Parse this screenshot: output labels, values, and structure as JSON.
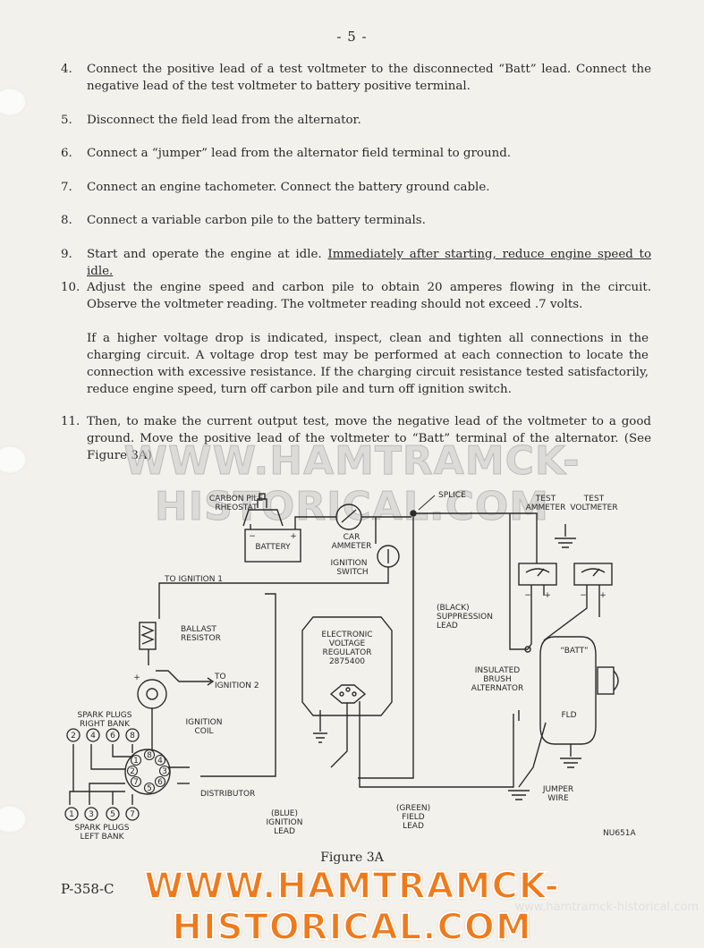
{
  "page_number": "- 5 -",
  "steps": [
    {
      "num": "4.",
      "text": "Connect the positive lead of a test voltmeter to the disconnected “Batt” lead. Connect the negative lead of the test voltmeter to battery positive terminal."
    },
    {
      "num": "5.",
      "text": "Disconnect the field lead from the alternator."
    },
    {
      "num": "6.",
      "text": "Connect a “jumper” lead from the alternator field terminal to ground."
    },
    {
      "num": "7.",
      "text": "Connect an engine tachometer. Connect the battery ground cable."
    },
    {
      "num": "8.",
      "text": "Connect a variable carbon pile to the battery terminals."
    },
    {
      "num": "9.",
      "text_plain": "Start and operate the engine at idle. ",
      "text_underlined": "Immediately after starting, reduce engine speed to idle."
    },
    {
      "num": "10.",
      "text": "Adjust the engine speed and carbon pile to obtain 20 amperes flowing in the circuit. Observe the voltmeter reading. The voltmeter reading should not exceed .7 volts."
    },
    {
      "num": "11.",
      "text": "Then, to make the current output test, move the negative lead of the voltmeter to a good ground. Move the positive lead of the voltmeter to “Batt” terminal of the alternator. (See Figure 3A)"
    }
  ],
  "step10_note": "If a higher voltage drop is indicated, inspect, clean and tighten all connections in the charging circuit. A voltage drop test may be performed at each connection to locate the connection with excessive resistance. If the charging circuit resistance tested satisfactorily, reduce engine speed, turn off carbon pile and turn off ignition switch.",
  "diagram": {
    "carbon_pile_1": "CARBON PILE",
    "carbon_pile_2": "RHEOSTAT",
    "battery": "BATTERY",
    "minus": "−",
    "plus": "+",
    "car_ammeter_1": "CAR",
    "car_ammeter_2": "AMMETER",
    "splice": "SPLICE",
    "test_ammeter_1": "TEST",
    "test_ammeter_2": "AMMETER",
    "test_voltmeter_1": "TEST",
    "test_voltmeter_2": "VOLTMETER",
    "ignition_switch_1": "IGNITION",
    "ignition_switch_2": "SWITCH",
    "to_ignition_1": "TO IGNITION 1",
    "black_1": "(BLACK)",
    "black_2": "SUPPRESSION",
    "black_3": "LEAD",
    "ballast_1": "BALLAST",
    "ballast_2": "RESISTOR",
    "evr_1": "ELECTRONIC",
    "evr_2": "VOLTAGE",
    "evr_3": "REGULATOR",
    "evr_4": "2875400",
    "batt_term": "“BATT”",
    "to_ignition_2_a": "TO",
    "to_ignition_2_b": "IGNITION 2",
    "insulated_1": "INSULATED",
    "insulated_2": "BRUSH",
    "insulated_3": "ALTERNATOR",
    "spark_right_1": "SPARK PLUGS",
    "spark_right_2": "RIGHT BANK",
    "ignition_coil_1": "IGNITION",
    "ignition_coil_2": "COIL",
    "fld": "FLD",
    "distributor": "DISTRIBUTOR",
    "jumper_1": "JUMPER",
    "jumper_2": "WIRE",
    "blue_1": "(BLUE)",
    "blue_2": "IGNITION",
    "blue_3": "LEAD",
    "green_1": "(GREEN)",
    "green_2": "FIELD",
    "green_3": "LEAD",
    "spark_left_1": "SPARK PLUGS",
    "spark_left_2": "LEFT BANK",
    "code": "NU651A",
    "plug_right": [
      "2",
      "4",
      "6",
      "8"
    ],
    "plug_left": [
      "1",
      "3",
      "5",
      "7"
    ],
    "dist_inner": [
      "8",
      "4",
      "3",
      "6",
      "5",
      "7",
      "2",
      "1"
    ]
  },
  "figure_caption": "Figure 3A",
  "doc_code": "P-358-C",
  "watermark": "WWW.HAMTRAMCK-HISTORICAL.COM",
  "watermark_small": "www.hamtramck-historical.com"
}
